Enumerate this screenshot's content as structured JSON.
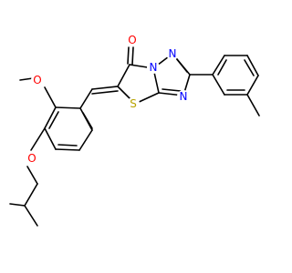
{
  "molecule": {
    "atom_labels": {
      "carbonyl_oxygen": "O",
      "ring_sulfur": "S",
      "bridge_nitrogen": "N",
      "triazole_nitrogen_top": "N",
      "triazole_nitrogen_bottom": "N",
      "methoxy_oxygen": "O",
      "ether_oxygen": "O"
    }
  },
  "colors": {
    "background": "#ffffff",
    "bond": "#000000",
    "oxygen": "#ff0000",
    "nitrogen": "#0000ff",
    "sulfur": "#b8a300"
  }
}
